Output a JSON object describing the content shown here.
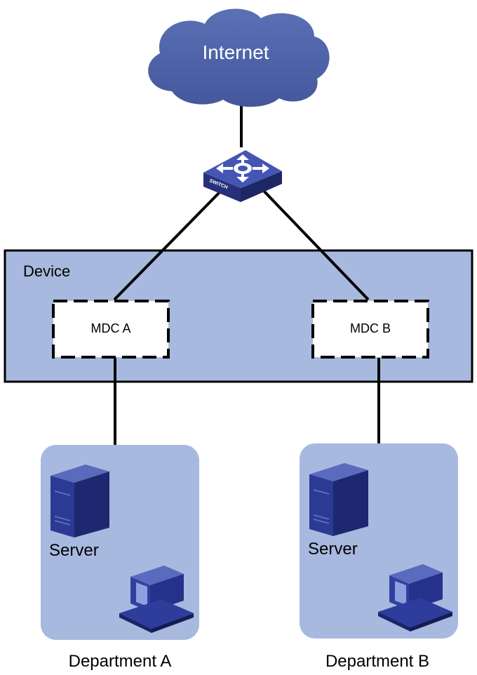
{
  "diagram": {
    "internet_label": "Internet",
    "switch_label": "SWITCH",
    "device_label": "Device",
    "mdc_a_label": "MDC A",
    "mdc_b_label": "MDC B",
    "department_a": {
      "server_label": "Server",
      "caption": "Department A"
    },
    "department_b": {
      "server_label": "Server",
      "caption": "Department B"
    }
  },
  "colors": {
    "cloud": "#4F63A8",
    "device_fill": "#A7B9DE",
    "department_fill": "#A7B9DE",
    "switch_blue": "#3B4EA8",
    "server_blue": "#27307A",
    "link": "#000000"
  }
}
